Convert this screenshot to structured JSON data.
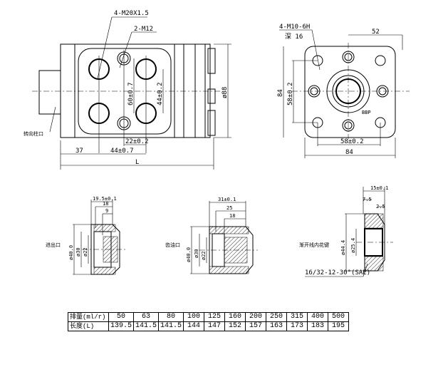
{
  "front_view": {
    "port_thread_label": "4-M20X1.5",
    "mount_thread_label": "2-M12",
    "dim_60": "60±0.7",
    "dim_44_vertical": "44±0.2",
    "dim_22": "22±0.2",
    "dim_37": "37",
    "dim_44_horizontal": "44±0.7",
    "dim_L": "L",
    "dim_diameter": "ø88",
    "shaft_label": "转向柱口"
  },
  "side_view": {
    "thread_label": "4-M10-6H",
    "depth_label": "深 16",
    "dim_52": "52",
    "dim_84_vertical": "84",
    "dim_58_vertical": "58±0.2",
    "dim_58_horizontal": "58±0.2",
    "dim_84_horizontal": "84",
    "tag": "BBP"
  },
  "sections": [
    {
      "label": "进出口",
      "dims": [
        "19.5±0.1",
        "18",
        "9"
      ],
      "diameters": [
        "ø40.0",
        "ø30",
        "ø22"
      ]
    },
    {
      "label": "齿油口",
      "dims": [
        "31±0.1",
        "25",
        "18"
      ],
      "diameters": [
        "ø40.0",
        "ø30",
        "ø22"
      ]
    },
    {
      "label": "渐开线内花键",
      "dims": [
        "15±0.1",
        "7.5",
        "2.5"
      ],
      "diameters": [
        "ø44.4",
        "ø25.4"
      ],
      "spline_spec": "16/32-12-30°(SAE)"
    }
  ],
  "table": {
    "row_headers": [
      "排量(ml/r)",
      "长度(L)"
    ],
    "displacement": [
      "50",
      "63",
      "80",
      "100",
      "125",
      "160",
      "200",
      "250",
      "315",
      "400",
      "500"
    ],
    "length": [
      "139.5",
      "141.5",
      "141.5",
      "144",
      "147",
      "152",
      "157",
      "163",
      "173",
      "183",
      "195"
    ]
  }
}
